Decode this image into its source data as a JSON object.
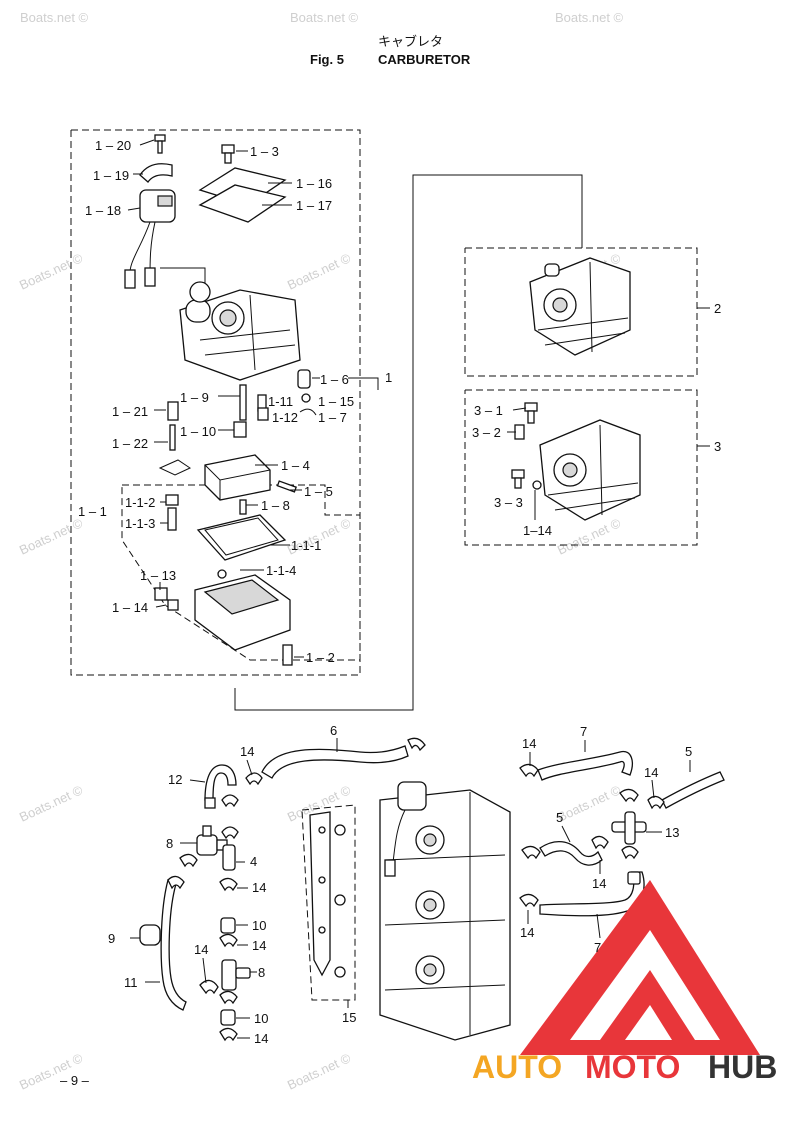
{
  "header": {
    "title_jp": "キャブレタ",
    "fig": "Fig. 5",
    "title": "CARBURETOR"
  },
  "page_number": "– 9 –",
  "watermark": "Boats.net ©",
  "logo": {
    "part1": "AUTO",
    "part2": "MOTO",
    "part3": "HUB",
    "color_red": "#e8363a",
    "color_orange": "#f4a623",
    "color_dark": "#333333"
  },
  "labels": {
    "l1_20": "1 – 20",
    "l1_19": "1 – 19",
    "l1_18": "1 – 18",
    "l1_3": "1 – 3",
    "l1_16": "1 – 16",
    "l1_17": "1 – 17",
    "l1_6": "1 – 6",
    "l1": "1",
    "l1_9": "1 – 9",
    "l1_11": "1-11",
    "l1_15": "1 – 15",
    "l1_21": "1 – 21",
    "l1_12": "1-12",
    "l1_7": "1 – 7",
    "l1_10": "1 – 10",
    "l1_22": "1 – 22",
    "l1_4": "1 – 4",
    "l1_5": "1 – 5",
    "l1_1": "1 – 1",
    "l1_1_2": "1-1-2",
    "l1_1_3": "1-1-3",
    "l1_8": "1 – 8",
    "l1_1_1": "1-1-1",
    "l1_1_4": "1-1-4",
    "l1_13": "1 – 13",
    "l1_14": "1 – 14",
    "l1_2": "1 – 2",
    "l2": "2",
    "l3": "3",
    "l3_1": "3 – 1",
    "l3_2": "3 – 2",
    "l3_3": "3 – 3",
    "l3_14": "1–14",
    "b6": "6",
    "b14a": "14",
    "b12": "12",
    "b8a": "8",
    "b4": "4",
    "b14b": "14",
    "b10a": "10",
    "b14c": "14",
    "b9": "9",
    "b14d": "14",
    "b8b": "8",
    "b11": "11",
    "b10b": "10",
    "b14e": "14",
    "b15": "15",
    "b14f": "14",
    "b7a": "7",
    "b5a": "5",
    "b14g": "14",
    "b13": "13",
    "b5b": "5",
    "b14h": "14",
    "b14i": "14",
    "b7b": "7"
  }
}
